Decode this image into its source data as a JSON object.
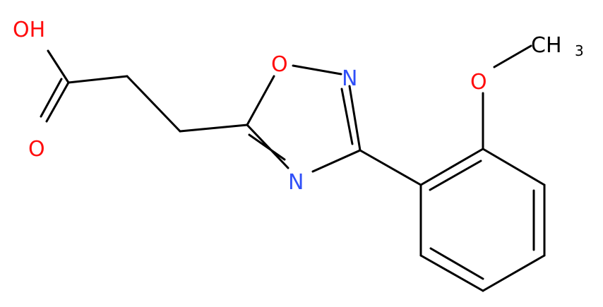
{
  "molecule": {
    "atoms": {
      "hydroxyl": "OH",
      "carbonyl_oxygen": "O",
      "ring_oxygen": "O",
      "ring_nitrogen_top": "N",
      "ring_nitrogen_bottom": "N",
      "methoxy_oxygen": "O",
      "methyl": "CH",
      "methyl_subscript": "3"
    },
    "colors": {
      "oxygen": "#ff0d0d",
      "nitrogen": "#3050f8",
      "carbon_bond": "#000000",
      "text_default": "#000000"
    }
  }
}
